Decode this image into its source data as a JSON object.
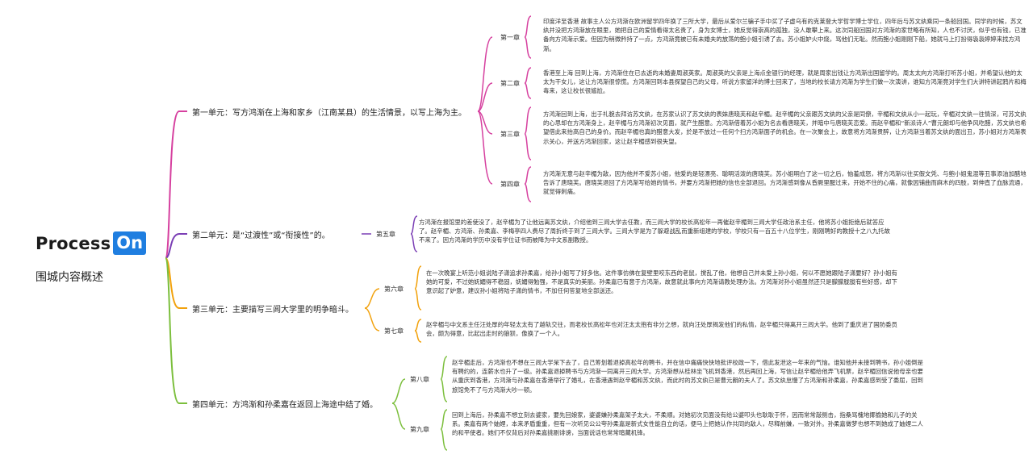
{
  "logo": {
    "text": "Process",
    "box": "On"
  },
  "root": {
    "label": "围城内容概述"
  },
  "colors": {
    "unit1": "#d6409f",
    "unit2": "#7b3fb5",
    "unit3": "#f2a20d",
    "unit4": "#7cbf3d",
    "logo_blue": "#1f7ee0"
  },
  "units": [
    {
      "label": "第一单元：写方鸿渐在上海和家乡（江南某县）的生活情景，以写上海为主。",
      "chapters": [
        {
          "label": "第一章",
          "text": "印度洋至香港 故事主人公方鸿渐在欧洲留学四年换了三所大学，最后从爱尔兰骗子手中买了子虚乌有的克莱登大学哲学博士学位，四年后与苏文纨乘同一条船回国。同学的时候，苏文纨并没把方鸿渐放在眼里，她把自己的爱情看得太名贵了，身为女博士，她反觉得崇高的孤独，没人敢攀上来。这次同船回国对方鸿渐的家世略有所知，人也不讨厌，似乎也有钱，已准备向方鸿渐示爱。但因为稍微矜持了一点，方鸿渐竟被已有未婚夫的放荡的鲍小姐引诱了去。苏小姐妒火中烧，骂他们无耻。然而鲍小姐刚刚下船，她就马上打扮得袅袅婷婷来找方鸿渐。"
        },
        {
          "label": "第二章",
          "text": "香港至上海 回到上海，方鸿渐住在已去逝的未婚妻周淑英家。周淑英的父亲是上海点金银行的经理，就是周家出钱让方鸿渐出国留学的。周太太向方鸿渐打听苏小姐，并希望认他的太太为干女儿，这让方鸿渐很惊慌。方鸿渐回到本县探望自己的父母，听说方家留洋的博士回来了，当地的校长请方鸿渐为学生们做一次演讲，谁知方鸿渐竟对学生们大讲特讲起鸦片和梅毒来，这让校长很尴尬。"
        },
        {
          "label": "第三章",
          "text": "方鸿渐回到上海，出于礼貌去拜访苏文纨，在苏家认识了苏文纨的表妹唐晓芙和赵辛楣。赵辛楣的父亲跟苏文纨的父亲是同僚，辛楣和文纨从小一起玩，辛楣对文纨一往情深，可苏文纨的心思却在方鸿渐身上，赵辛楣与方鸿渐初次见面，就产生醋意。方鸿渐借着苏小姐为名去看唐晓芙，并暗中与唐晓芙恋爱。而赵辛楣和“新派诗人”曹元朗却与他争风吃醋，苏文纨也希望借此来抬高自己的身价。而赵辛楣也真的醋意大发，於是不放过一任何个扫方鸿渐面子的机会。在一次聚会上，故意将方鸿渐贯醉，让方鸿渐当着苏文纨的面出丑，苏小姐对方鸿渐表示关心，并送方鸿渐回家，这让赵辛楣感到很失望。"
        },
        {
          "label": "第四章",
          "text": "方鸿渐无意与赵辛楣为敌，因为他并不爱苏小姐，他爱的是轻漂亮、聪明活泼的唐晓芙。苏小姐明白了这一切之后，恼羞成怒，将方鸿渐以往买假文凭、与鲍小姐鬼混等丑事添油加醋地告诉了唐晓芙。唐晓芙退回了方鸿渐写给她的情书，并要方鸿渐把她的信也全部退回。方鸿渐感到像从昏厥里醒过来，开始不住的心痛，就像因铺曲而麻木的四肢，到伸直了血脉流通，就觉得刺痛。"
        }
      ]
    },
    {
      "label": "第二单元：是“过渡性”或“衔接性”的。",
      "chapters": [
        {
          "label": "第五章",
          "text": "方鸿渐在报馆里的差使没了，赵辛楣为了让他远离苏文纨，介绍他到三闾大学去任教，而三闾大学的校长高松年一再催赵辛楣到三闾大学任政治系主任，他将苏小姐拒绝后就答应了。赵辛楣、方鸿渐、孙柔嘉、李梅亭四人费尽了周折终于到了三闾大学。三闾大学是为了躲避战乱而重新组建的学校，学校只有一百五十八位学生，刚刚聘好的教授十之八九托故不来了。因方鸿渐的学历中没有学位证书而被降为中文系副教授。"
        }
      ]
    },
    {
      "label": "第三单元：主要描写三闾大学里的明争暗斗。",
      "chapters": [
        {
          "label": "第六章",
          "text": "在一次晚宴上听范小姐说陆子潇追求孙柔嘉，给孙小姐写了好多信。这件事仿佛在复壁里咬东西的老鼠，搅乱了他，他想自己并未爱上孙小姐，何以不愿她跟陆子潇要好？孙小姐有她的可爱，不过她妩媚得不稳固，妩媚得勉强，不是真实的美丽。孙柔嘉已有意于方鸿渐，故意就此事向方鸿渐请教处理办法。方鸿渐对孙小姐虽然还只是朦朦胧胧有些好感，却下意识起了妒意，建议孙小姐将陆子潇的情书，不加任何答复地全部送还。"
        },
        {
          "label": "第七章",
          "text": "赵辛楣与中文系主任汪处厚的年轻太太有了越轨交往，而老校长高松年也对汪太太抱有非分之想，就向汪处厚揭发他们的私情，赵辛楣只得离开三闾大学。他到了重庆进了国防委员会，颇为得意，比起出走时的狼狈，像换了一个人。"
        }
      ]
    },
    {
      "label": "第四单元：方鸿渐和孙柔嘉在返回上海途中结了婚。",
      "chapters": [
        {
          "label": "第八章",
          "text": "赵辛楣走后，方鸿渐也不想在三闾大学呆下去了，自己筹划着退掉高松年的聘书，并在信中痛痛快快地批评校政一下，借此发泄这一年来的气恼。谁知他并未接到聘书，孙小姐倒是有聘约的，连薪水也升了一级。孙柔嘉退掉聘书与方鸿渐一同离开三闾大学。方鸿渐想从桂林坐飞机到香港，然后再回上海，写信让赵辛楣给他弄飞机票，赵辛楣回信说他母亲也要从重庆到香港，方鸿渐与孙柔嘉在香港举行了婚礼，在香港遇到赵辛楣和苏文纨，而此时的苏文纨已是曹元朗的夫人了。苏文纨怠慢了方鸿渐和孙柔嘉，孙柔嘉感到受了委屈，回到旅馆免不了与方鸿渐大吵一顿。"
        },
        {
          "label": "第九章",
          "text": "回到上海后，孙柔嘉不想立刻去婆家，要先回娘家，婆婆嫌孙柔嘉架子太大，不柔顺。对她初次见面没有给公婆叩头也耿耿于怀，因而常常敲侧击，指桑骂槐地揶揄她和儿子的关系。柔嘉有两个妯娌，本来矛盾重重，但有一次听见公公夸孙柔嘉是新式女性能自立的话，便马上把她认作共同的敌人，尽释前嫌，一致对外。孙柔嘉做梦也想不到她成了妯娌二人的和平使者。她们不仅背后对孙柔嘉挑剔诽谤，当面说话也常常暗藏机锋。"
        }
      ]
    }
  ]
}
